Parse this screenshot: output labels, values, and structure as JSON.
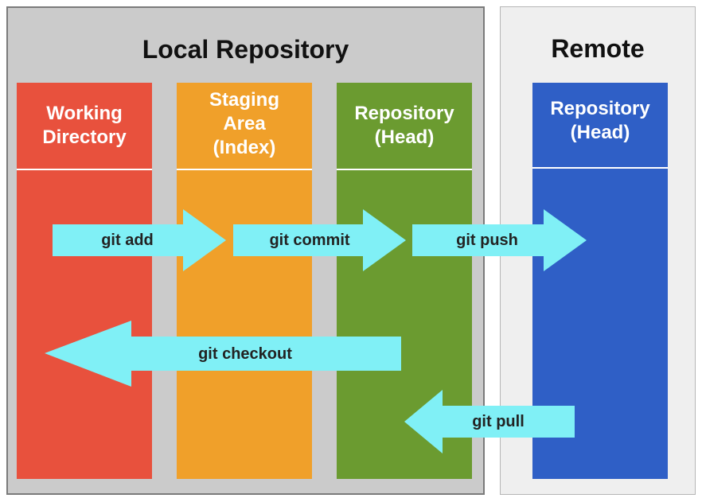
{
  "panels": {
    "local": {
      "title": "Local Repository"
    },
    "remote": {
      "title": "Remote"
    }
  },
  "columns": {
    "working": {
      "line1": "Working",
      "line2": "Directory",
      "color": "#e8513d"
    },
    "staging": {
      "line1": "Staging",
      "line2": "Area",
      "line3": "(Index)",
      "color": "#f0a02a"
    },
    "local_repo": {
      "line1": "Repository",
      "line2": "(Head)",
      "color": "#6b9b30"
    },
    "remote_repo": {
      "line1": "Repository",
      "line2": "(Head)",
      "color": "#2f5fc6"
    }
  },
  "arrows": {
    "color": "#80f0f6",
    "add": "git add",
    "commit": "git commit",
    "push": "git push",
    "checkout": "git checkout",
    "pull": "git pull"
  }
}
